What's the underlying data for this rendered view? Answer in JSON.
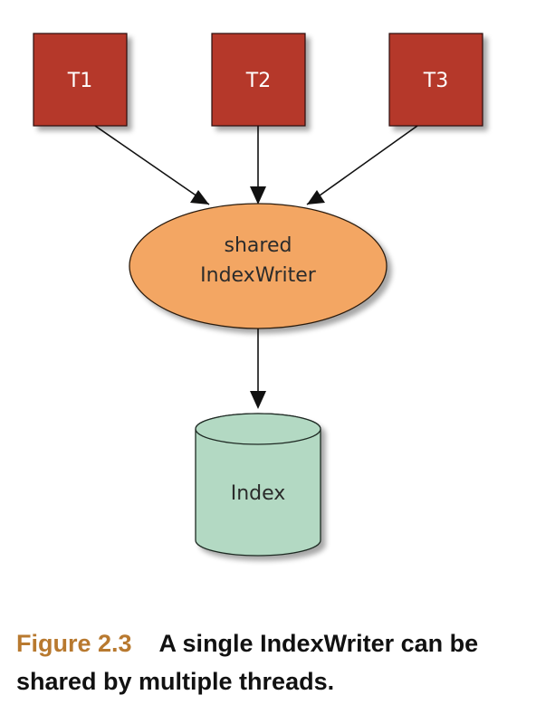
{
  "colors": {
    "thread_fill": "#b5372a",
    "thread_stroke": "#2a0d08",
    "writer_fill": "#f3a664",
    "writer_stroke": "#2a1a0c",
    "index_fill": "#b3d9c3",
    "index_stroke": "#1f2a24",
    "text_light": "#ffffff",
    "text_dark": "#2b2b2b",
    "caption_label": "#b8792f"
  },
  "threads": [
    {
      "id": "t1",
      "label": "T1"
    },
    {
      "id": "t2",
      "label": "T2"
    },
    {
      "id": "t3",
      "label": "T3"
    }
  ],
  "writer": {
    "line1": "shared",
    "line2": "IndexWriter"
  },
  "index": {
    "label": "Index"
  },
  "caption": {
    "figure_label": "Figure 2.3",
    "text": "A single IndexWriter can be shared by multiple threads."
  }
}
